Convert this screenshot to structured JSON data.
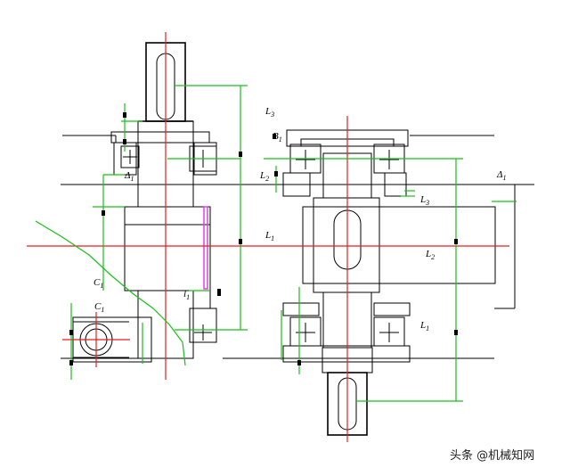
{
  "labels": {
    "L3_top": {
      "main": "L",
      "sub": "3"
    },
    "B1": {
      "main": "B",
      "sub": "1"
    },
    "L2_left": {
      "main": "L",
      "sub": "2"
    },
    "Delta1_left": {
      "main": "Δ",
      "sub": "1"
    },
    "L1_mid": {
      "main": "L",
      "sub": "1"
    },
    "C1_upper": {
      "main": "C",
      "sub": "1"
    },
    "l1": {
      "main": "l",
      "sub": "1"
    },
    "C1_lower": {
      "main": "C",
      "sub": "1"
    },
    "L3_right": {
      "main": "L",
      "sub": "3"
    },
    "Delta1_right": {
      "main": "Δ",
      "sub": "1"
    },
    "L2_right": {
      "main": "L",
      "sub": "2"
    },
    "L1_right": {
      "main": "L",
      "sub": "1"
    }
  },
  "watermark": "头条 @机械知网",
  "colors": {
    "centerline": "#e61e1e",
    "dimension": "#18c018",
    "outline": "#000000",
    "highlight": "#e040e0"
  }
}
